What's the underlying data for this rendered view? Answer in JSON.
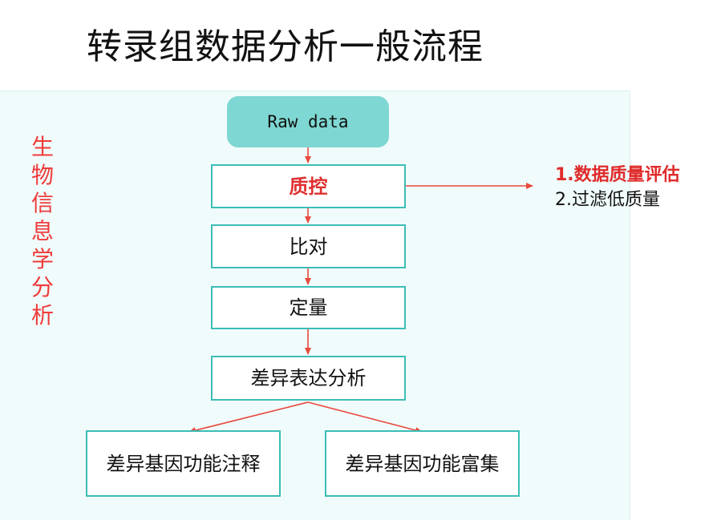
{
  "title": "转录组数据分析一般流程",
  "side_label": "生物信息学分析",
  "nodes": {
    "raw_data": "Raw data",
    "qc": "质控",
    "align": "比对",
    "quant": "定量",
    "de": "差异表达分析",
    "annotation": "差异基因功能注释",
    "enrichment": "差异基因功能富集"
  },
  "qc_notes": [
    "1.数据质量评估",
    "2.过滤低质量"
  ],
  "colors": {
    "title": "#111111",
    "accent_red": "#ef3b3b",
    "node_border": "#3cbdb6",
    "start_fill": "#7ed7d3",
    "panel_bg": "#f0fbfb",
    "arrow": "#e84a3e"
  }
}
